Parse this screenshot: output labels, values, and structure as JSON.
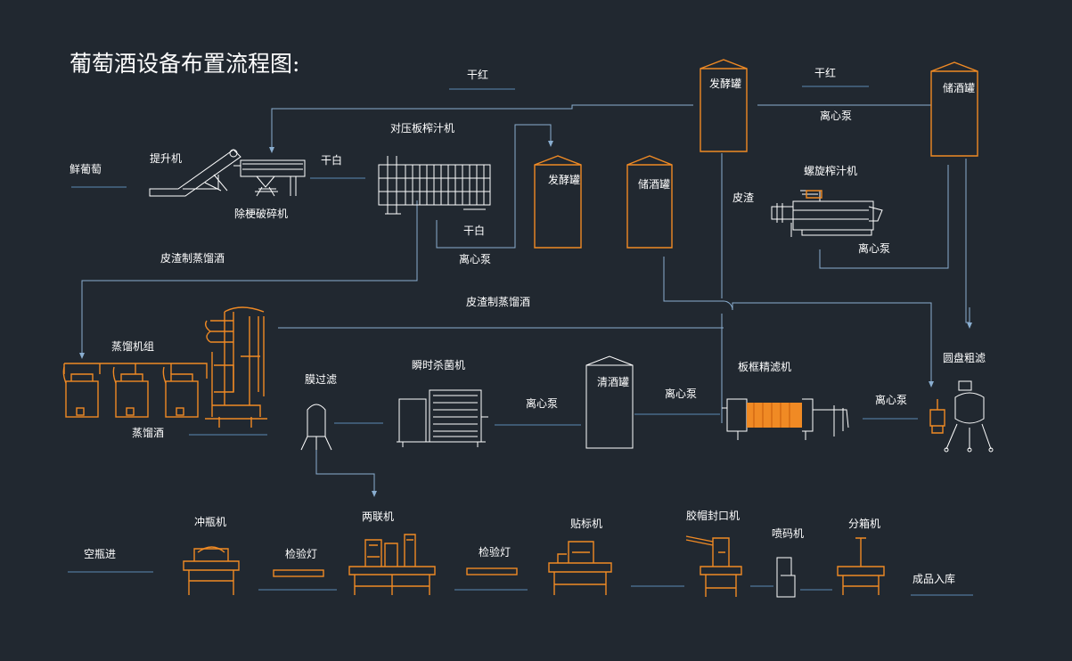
{
  "title": "葡萄酒设备布置流程图:",
  "colors": {
    "background": "#212830",
    "equipment": "#f08a24",
    "flow_line": "#8aaed0",
    "text": "#ffffff"
  },
  "labels": {
    "fresh_grapes": "鲜葡萄",
    "elevator": "提升机",
    "destemmer_crusher": "除梗破碎机",
    "dry_white_1": "干白",
    "dry_red_1": "干红",
    "plate_press": "对压板榨汁机",
    "fermenter_1": "发酵罐",
    "storage_tank_1": "储酒罐",
    "dry_white_2": "干白",
    "centrifugal_pump_1": "离心泵",
    "fermenter_2": "发酵罐",
    "dry_red_2": "干红",
    "storage_tank_2": "储酒罐",
    "centrifugal_pump_2": "离心泵",
    "pomace_1": "皮渣",
    "screw_press": "螺旋榨汁机",
    "centrifugal_pump_3": "离心泵",
    "pomace_distilled_1": "皮渣制蒸馏酒",
    "pomace_distilled_2": "皮渣制蒸馏酒",
    "distillation_unit": "蒸馏机组",
    "distilled_spirit": "蒸馏酒",
    "membrane_filter": "膜过滤",
    "flash_sterilizer": "瞬时杀菌机",
    "centrifugal_pump_4": "离心泵",
    "clear_wine_tank": "清酒罐",
    "centrifugal_pump_5": "离心泵",
    "plate_frame_filter": "板框精滤机",
    "centrifugal_pump_6": "离心泵",
    "disc_coarse_filter": "圆盘粗滤",
    "empty_bottles_in": "空瓶进",
    "bottle_rinser": "冲瓶机",
    "inspection_lamp_1": "检验灯",
    "monoblock": "两联机",
    "inspection_lamp_2": "检验灯",
    "labeler": "贴标机",
    "capsule_sealer": "胶帽封口机",
    "inkjet_coder": "喷码机",
    "case_packer": "分箱机",
    "finished_to_warehouse": "成品入库"
  }
}
